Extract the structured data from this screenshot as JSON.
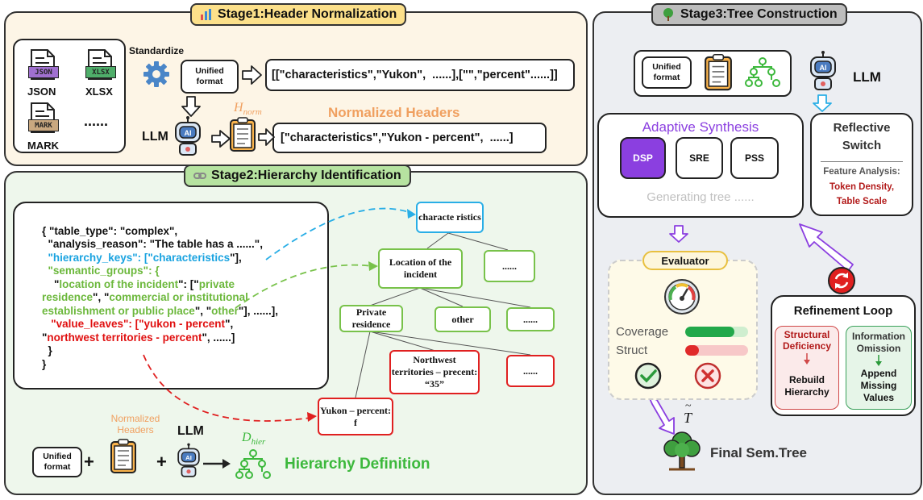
{
  "stage1": {
    "title": "Stage1:Header Normalization",
    "standardize": "Standardize",
    "files": [
      "JSON",
      "XLSX",
      "MARK"
    ],
    "file_tags": [
      "JSON",
      "XLSX",
      "MARK"
    ],
    "ellipsis": "......",
    "unified_format": "Unified format",
    "unified_output": "[[\"characteristics\",\"Yukon\",  ......],[\"\",\"percent\"......]]",
    "llm": "LLM",
    "ai": "AI",
    "h_norm": "H",
    "h_norm_sub": "norm",
    "normalized_headers": "Normalized Headers",
    "normalized_output": "[\"characteristics\",\"Yukon - percent\",  ......]"
  },
  "stage2": {
    "title": "Stage2:Hierarchy Identification",
    "code": {
      "l1": "{ \"table_type\": \"complex\",",
      "l2": "  \"analysis_reason\": \"The table has a ......\",",
      "l3a": "  \"hierarchy_keys\": [\"",
      "l3b": "characteristics",
      "l3c": "\"],",
      "l4": "  \"semantic_groups\": {",
      "l5a": "    \"",
      "l5b": "location of the incident",
      "l5c": "\": [\"",
      "l5d": "private",
      "l6a": "residence",
      "l6b": "\", \"",
      "l6c": "commercial or institutional",
      "l7a": "establishment or public place",
      "l7b": "\", \"",
      "l7c": "other",
      "l7d": "\"], ......],",
      "l8a": "   \"value_leaves\": [\"",
      "l8b": "yukon - percent",
      "l8c": "\",",
      "l9a": "\"",
      "l9b": "northwest territories - percent",
      "l9c": "\", ......]",
      "l10": "  }",
      "l11": "}"
    },
    "tree": {
      "root": "characte ristics",
      "location": "Location of the incident",
      "dots1": "......",
      "private": "Private residence",
      "other": "other",
      "dots2": "......",
      "northwest": "Northwest territories – precent: “35”",
      "dots3": "......",
      "yukon": "Yukon – percent: f"
    },
    "unified_format": "Unified format",
    "normalized_headers": "Normalized Headers",
    "llm": "LLM",
    "ai": "AI",
    "plus": "+",
    "d_hier": "D",
    "d_hier_sub": "hier",
    "hierarchy_definition": "Hierarchy Definition"
  },
  "stage3": {
    "title": "Stage3:Tree Construction",
    "unified_format": "Unified format",
    "llm": "LLM",
    "ai": "AI",
    "adaptive_synthesis": "Adaptive Synthesis",
    "methods": [
      "DSP",
      "SRE",
      "PSS"
    ],
    "generating": "Generating tree ......",
    "reflective_title": "Reflective Switch",
    "feature_analysis": "Feature Analysis:",
    "token_density": "Token Density,",
    "table_scale": "Table Scale",
    "evaluator": "Evaluator",
    "coverage": "Coverage",
    "struct": "Struct",
    "coverage_level": 0.78,
    "struct_level": 0.22,
    "refinement_title": "Refinement Loop",
    "structural_deficiency": "Structural Deficiency",
    "rebuild_hierarchy": "Rebuild Hierarchy",
    "information_omission": "Information Omission",
    "append_missing": "Append Missing Values",
    "t_tilde": "T",
    "final_tree": "Final Sem.Tree"
  },
  "colors": {
    "stage1_bg": "#fdf5e6",
    "stage2_bg": "#eef7ec",
    "stage3_bg": "#eceef2",
    "purple": "#8b3fe0",
    "green_text": "#3cb83c",
    "orange_text": "#f0a060",
    "blue_arrow": "#29aee6"
  }
}
